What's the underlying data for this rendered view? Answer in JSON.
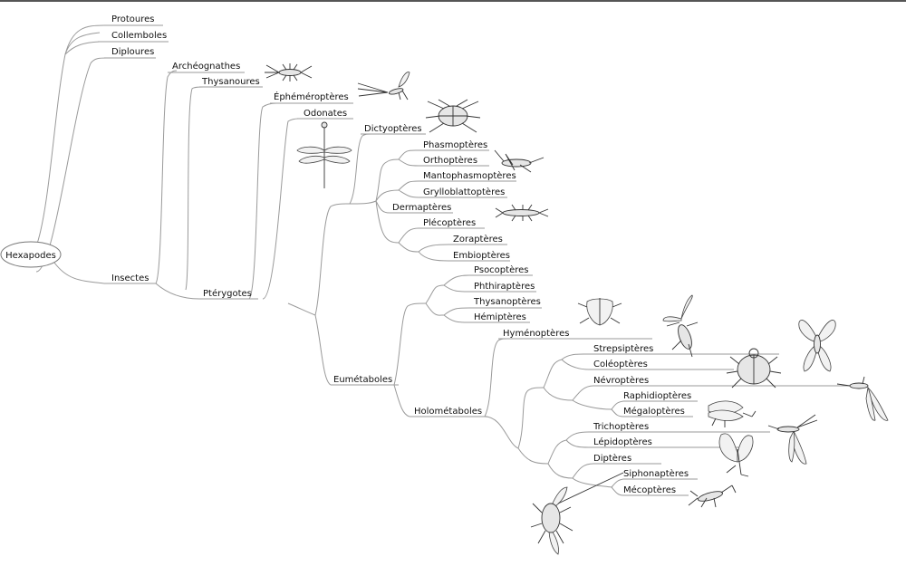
{
  "root": {
    "label": "Hexapodes"
  },
  "taxa": {
    "protoures": "Protoures",
    "collemboles": "Collemboles",
    "diploures": "Diploures",
    "insectes": "Insectes",
    "archeognathes": "Archéognathes",
    "thysanoures": "Thysanoures",
    "pterygotes": "Ptérygotes",
    "ephemeropteres": "Éphéméroptères",
    "odonates": "Odonates",
    "dictyopteres": "Dictyoptères",
    "phasmopteres": "Phasmoptères",
    "orthopteres": "Orthoptères",
    "mantophasmopteres": "Mantophasmoptères",
    "grylloblattopteres": "Grylloblattoptères",
    "dermapteres": "Dermaptères",
    "plecopteres": "Plécoptères",
    "zorapteres": "Zoraptères",
    "embiopteres": "Embioptères",
    "eumetaboles": "Eumétaboles",
    "psocopteres": "Psocoptères",
    "phthirapteres": "Phthiraptères",
    "thysanopteres": "Thysanoptères",
    "hemipteres": "Hémiptères",
    "holometaboles": "Holométaboles",
    "hymenopteres": "Hyménoptères",
    "strepsipteres": "Strepsiptères",
    "coleopteres": "Coléoptères",
    "nevropteres": "Névroptères",
    "raphidiopteres": "Raphidioptères",
    "megalopteres": "Mégaloptères",
    "trichopteres": "Trichoptères",
    "lepidopteres": "Lépidoptères",
    "dipteres": "Diptères",
    "siphonapteres": "Siphonaptères",
    "mecopteres": "Mécoptères"
  },
  "illustrations": [
    "silverfish-icon",
    "mayfly-icon",
    "cockroach-icon",
    "dragonfly-icon",
    "grasshopper-icon",
    "earwig-icon",
    "cicada-icon",
    "wasp-icon",
    "moth-icon",
    "ladybug-icon",
    "lacewing-icon",
    "alderfly-icon",
    "caddisfly-icon",
    "butterfly-icon",
    "fly-icon",
    "scorpionfly-icon"
  ]
}
